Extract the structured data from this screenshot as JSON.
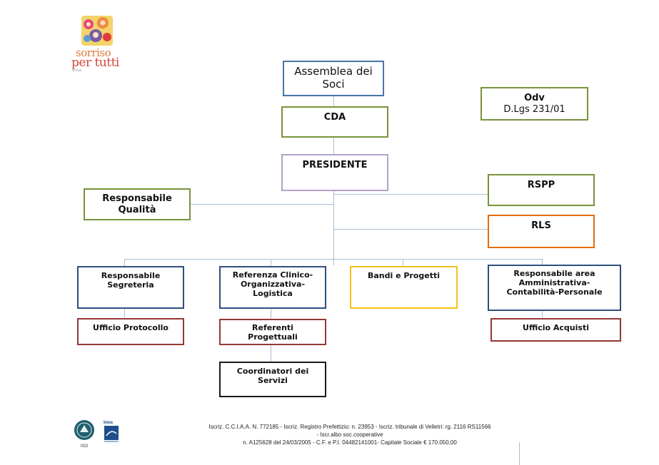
{
  "logo": {
    "line1": "sorriso",
    "line2": "per tutti",
    "line3": "onlus"
  },
  "nodes": {
    "assemblea": "Assemblea dei Soci",
    "cda": "CDA",
    "presidente": "PRESIDENTE",
    "odv_title": "Odv",
    "odv_sub": "D.Lgs 231/01",
    "rspp": "RSPP",
    "rls": "RLS",
    "qualita": "Responsabile Qualità",
    "segreteria": "Responsabile Segreteria",
    "referenza": "Referenza Clinico-Organizzativa-Logistica",
    "bandi": "Bandi e Progetti",
    "amministrativa": "Responsabile area Amministrativa-Contabilità-Personale",
    "protocollo": "Ufficio Protocollo",
    "referenti": "Referenti Progettuali",
    "acquisti": "Ufficio Acquisti",
    "coordinatori": "Coordinatori dei Servizi"
  },
  "footer": {
    "line1": "Iscriz. C.C.I.A.A. N. 772185 - Iscriz. Registro Prefettizio: n. 23953 - Iscriz. tribunale di Velletri: rg. 2116 RS11566",
    "line2": "- Iscr.albo soc.cooperative",
    "line3": "n. A125628 del 24/03/2005  - C.F. e P.I. 04482141001- Capitale Sociale € 170.050,00",
    "badge1_label": "ISO",
    "badge2_label": "kiwa"
  },
  "colors": {
    "blue": "#4a74a8",
    "green": "#77933c",
    "lavender": "#b3a2c7",
    "orange": "#e46c0a",
    "dark_blue": "#2e4f7e",
    "yellow": "#f2c314",
    "dark_red": "#953735",
    "black": "#1a1a1a",
    "connector": "#a9bfd2"
  }
}
